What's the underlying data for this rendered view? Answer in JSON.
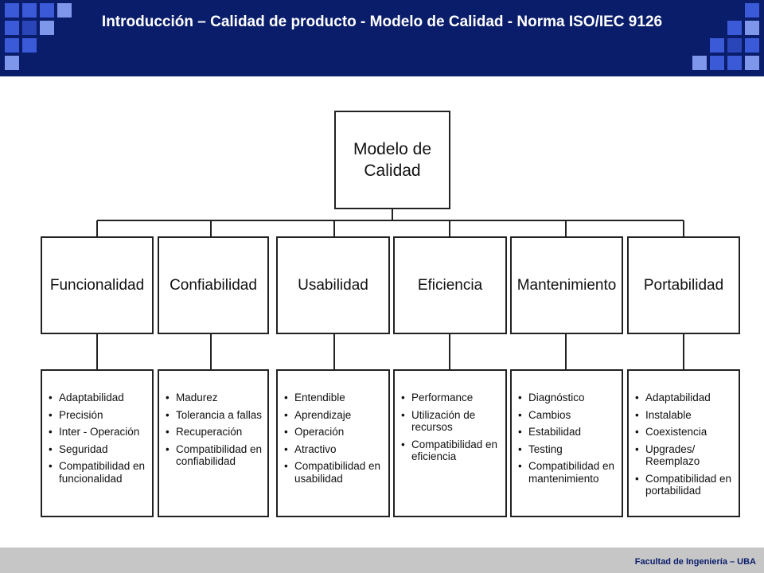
{
  "header": {
    "title": "Introducción – Calidad de producto - Modelo de Calidad - Norma ISO/IEC 9126"
  },
  "diagram": {
    "root": "Modelo de Calidad",
    "categories": [
      {
        "name": "Funcionalidad",
        "items": [
          "Adaptabilidad",
          "Precisión",
          "Inter - Operación",
          "Seguridad",
          "Compatibilidad en funcionalidad"
        ]
      },
      {
        "name": "Confiabilidad",
        "items": [
          "Madurez",
          "Tolerancia a fallas",
          "Recuperación",
          "Compatibilidad en confiabilidad"
        ]
      },
      {
        "name": "Usabilidad",
        "items": [
          "Entendible",
          "Aprendizaje",
          "Operación",
          "Atractivo",
          "Compatibilidad en usabilidad"
        ]
      },
      {
        "name": "Eficiencia",
        "items": [
          "Performance",
          "Utilización de recursos",
          "Compatibilidad en eficiencia"
        ]
      },
      {
        "name": "Mantenimiento",
        "items": [
          "Diagnóstico",
          "Cambios",
          "Estabilidad",
          "Testing",
          "Compatibilidad en mantenimiento"
        ]
      },
      {
        "name": "Portabilidad",
        "items": [
          "Adaptabilidad",
          "Instalable",
          "Coexistencia",
          "Upgrades/ Reemplazo",
          "Compatibilidad en portabilidad"
        ]
      }
    ]
  },
  "footer": {
    "text": "Facultad de Ingeniería – UBA"
  },
  "colors": {
    "header_bg": "#0a1d6b",
    "square_accent": "#3a5ad8",
    "footer_bg": "#c6c6c6"
  }
}
